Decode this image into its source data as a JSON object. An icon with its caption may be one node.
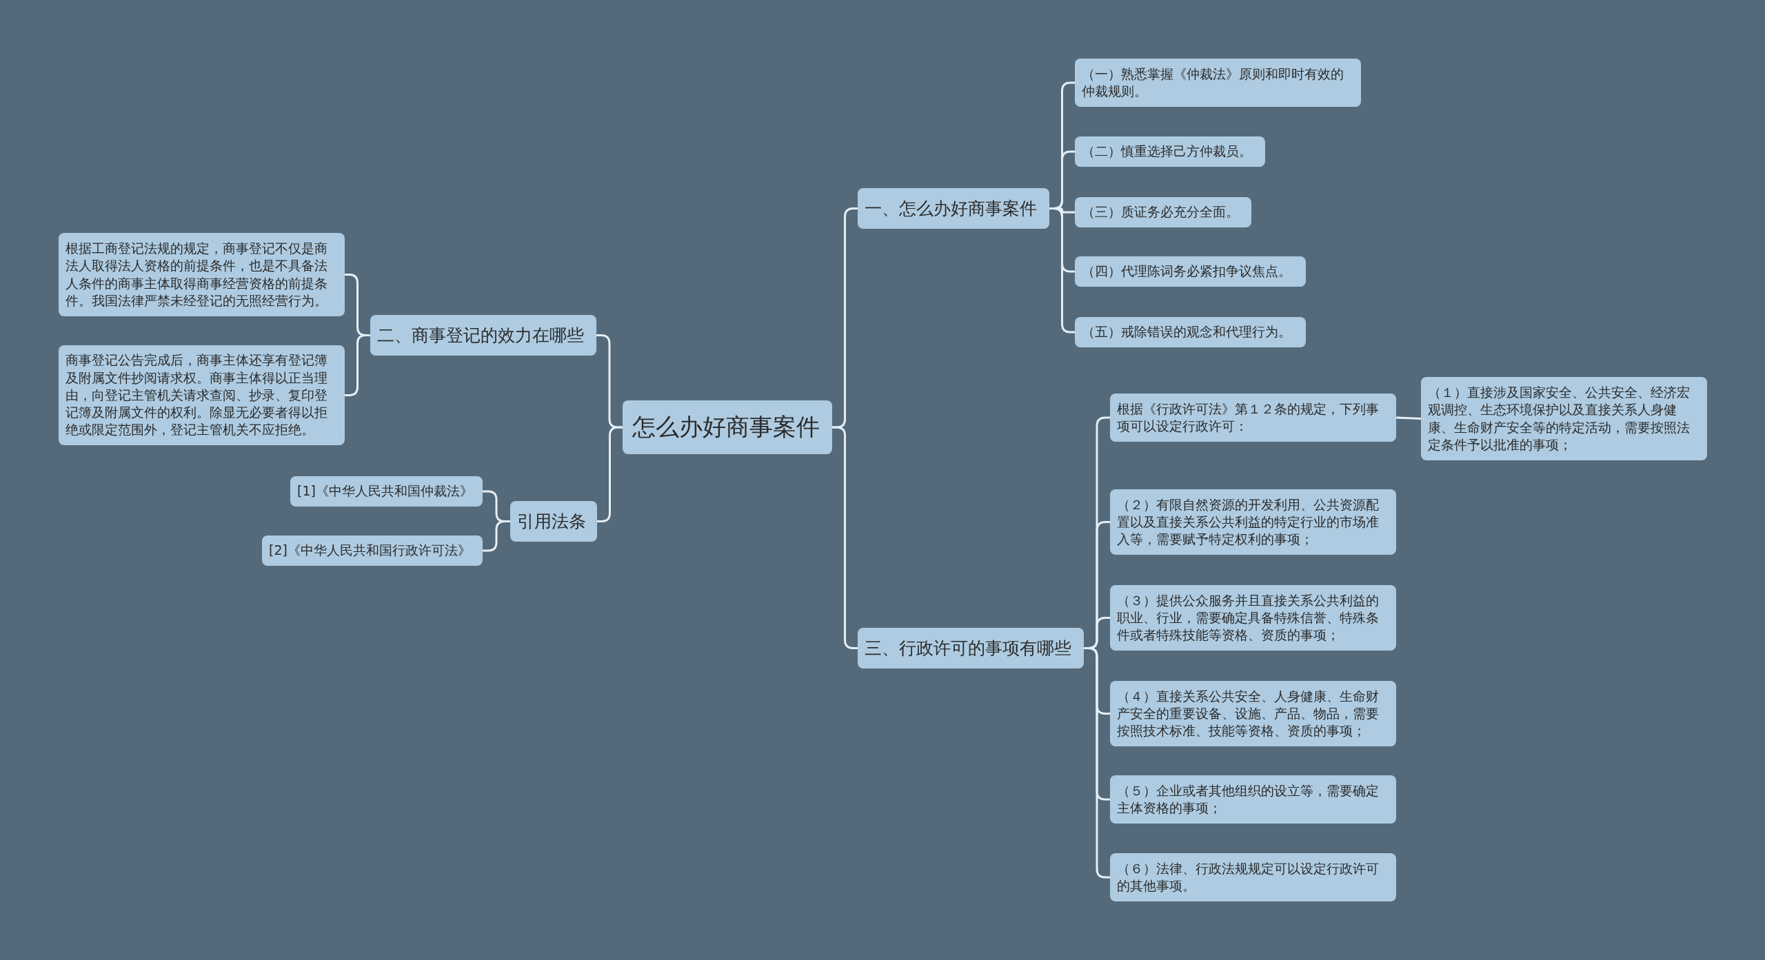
{
  "diagram": {
    "nodes": [
      {
        "text": [
          "怎么办好商事案件"
        ]
      },
      {
        "text": [
          "一、怎么办好商事案件"
        ]
      },
      {
        "text": [
          "（一）熟悉掌握《仲裁法》原则和即时有效的仲裁规则。"
        ]
      },
      {
        "text": [
          "（二）慎重选择己方仲裁员。"
        ]
      },
      {
        "text": [
          "（三）质证务必充分全面。"
        ]
      },
      {
        "text": [
          "（四）代理陈词务必紧扣争议焦点。"
        ]
      },
      {
        "text": [
          "（五）戒除错误的观念和代理行为。"
        ]
      },
      {
        "text": [
          "三、行政许可的事项有哪些"
        ]
      },
      {
        "text": [
          "根据《行政许可法》第１２条的规定，下列事项可以设定行政许可："
        ]
      },
      {
        "text": [
          "（１）直接涉及国家安全、公共安全、经济宏观调控、生态环境保护以及直接关系人身健康、生命财产安全等的特定活动，需要按照法定条件予以批准的事项；"
        ]
      },
      {
        "text": [
          "（２）有限自然资源的开发利用、公共资源配置以及直接关系公共利益的特定行业的市场准入等，需要赋予特定权利的事项；"
        ]
      },
      {
        "text": [
          "（３）提供公众服务并且直接关系公共利益的职业、行业，需要确定具备特殊信誉、特殊条件或者特殊技能等资格、资质的事项；"
        ]
      },
      {
        "text": [
          "（４）直接关系公共安全、人身健康、生命财产安全的重要设备、设施、产品、物品，需要按照技术标准、技能等资格、资质的事项；"
        ]
      },
      {
        "text": [
          "（５）企业或者其他组织的设立等，需要确定主体资格的事项；"
        ]
      },
      {
        "text": [
          "（６）法律、行政法规规定可以设定行政许可的其他事项。"
        ]
      },
      {
        "text": [
          "二、商事登记的效力在哪些"
        ]
      },
      {
        "text": [
          "根据工商登记法规的规定，商事登记不仅是商法人取得法人资格的前提条件，也是不具备法人条件的商事主体取得商事经营资格的前提条件。我国法律严禁未经登记的无照经营行为。"
        ]
      },
      {
        "text": [
          "商事登记公告完成后，商事主体还享有登记簿及附属文件抄阅请求权。商事主体得以正当理由，向登记主管机关请求查阅、抄录、复印登记簿及附属文件的权利。除显无必要者得以拒绝或限定范围外，登记主管机关不应拒绝。"
        ]
      },
      {
        "text": [
          "引用法条"
        ]
      },
      {
        "text": [
          "[1]《中华人民共和国仲裁法》"
        ]
      },
      {
        "text": [
          "[2]《中华人民共和国行政许可法》"
        ]
      }
    ],
    "edges": [
      {
        "from": 0,
        "to": 1,
        "arrow": "none"
      },
      {
        "from": 0,
        "to": 7,
        "arrow": "none"
      },
      {
        "from": 0,
        "to": 15,
        "arrow": "none"
      },
      {
        "from": 0,
        "to": 18,
        "arrow": "none"
      },
      {
        "from": 1,
        "to": 2,
        "arrow": "none"
      },
      {
        "from": 1,
        "to": 3,
        "arrow": "none"
      },
      {
        "from": 1,
        "to": 4,
        "arrow": "none"
      },
      {
        "from": 1,
        "to": 5,
        "arrow": "none"
      },
      {
        "from": 1,
        "to": 6,
        "arrow": "none"
      },
      {
        "from": 7,
        "to": 8,
        "arrow": "none"
      },
      {
        "from": 7,
        "to": 10,
        "arrow": "none"
      },
      {
        "from": 7,
        "to": 11,
        "arrow": "none"
      },
      {
        "from": 7,
        "to": 12,
        "arrow": "none"
      },
      {
        "from": 7,
        "to": 13,
        "arrow": "none"
      },
      {
        "from": 7,
        "to": 14,
        "arrow": "none"
      },
      {
        "from": 8,
        "to": 9,
        "arrow": "none"
      },
      {
        "from": 15,
        "to": 16,
        "arrow": "none"
      },
      {
        "from": 15,
        "to": 17,
        "arrow": "none"
      },
      {
        "from": 18,
        "to": 19,
        "arrow": "none"
      },
      {
        "from": 18,
        "to": 20,
        "arrow": "none"
      }
    ]
  }
}
